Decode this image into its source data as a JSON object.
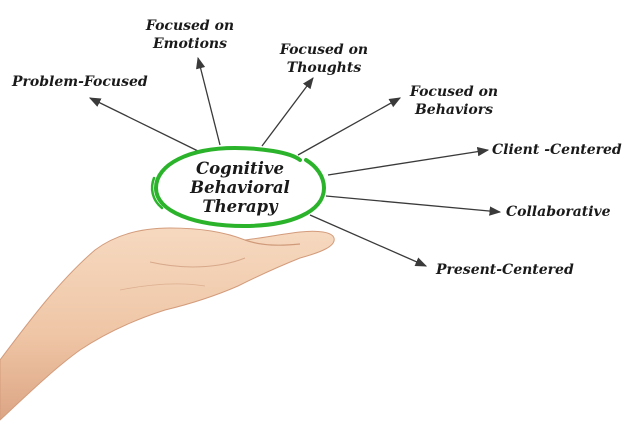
{
  "center": {
    "lines": [
      "Cognitive",
      "Behavioral",
      "Therapy"
    ]
  },
  "labels": {
    "problem_focused": "Problem-Focused",
    "emotions_l1": "Focused on",
    "emotions_l2": "Emotions",
    "thoughts_l1": "Focused on",
    "thoughts_l2": "Thoughts",
    "behaviors_l1": "Focused on",
    "behaviors_l2": "Behaviors",
    "client_centered": "Client -Centered",
    "collaborative": "Collaborative",
    "present_centered": "Present-Centered"
  },
  "colors": {
    "ring": "#2bb32b",
    "arrow": "#3a3a3a",
    "skin": "#f2cdb0",
    "skin_shadow": "#e3b18f"
  }
}
